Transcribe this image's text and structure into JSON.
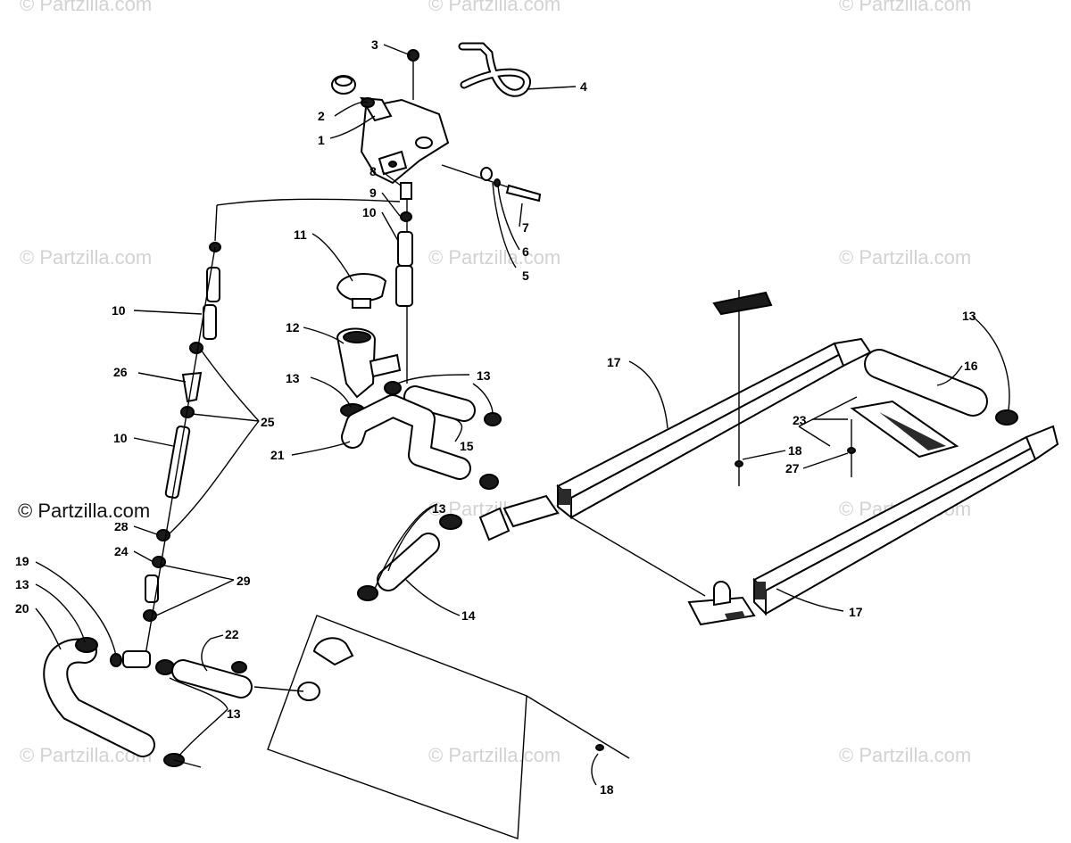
{
  "watermarks": {
    "text": "© Partzilla.com",
    "main_text": "© Partzilla.com"
  },
  "callouts": {
    "c1": "1",
    "c2": "2",
    "c3": "3",
    "c4": "4",
    "c5": "5",
    "c6": "6",
    "c7": "7",
    "c8": "8",
    "c9": "9",
    "c10a": "10",
    "c10b": "10",
    "c10c": "10",
    "c11": "11",
    "c12": "12",
    "c13a": "13",
    "c13b": "13",
    "c13c": "13",
    "c13d": "13",
    "c13e": "13",
    "c13f": "13",
    "c14": "14",
    "c15": "15",
    "c16": "16",
    "c17a": "17",
    "c17b": "17",
    "c18a": "18",
    "c18b": "18",
    "c19": "19",
    "c20": "20",
    "c21": "21",
    "c22": "22",
    "c23": "23",
    "c24": "24",
    "c25": "25",
    "c26": "26",
    "c27": "27",
    "c28": "28",
    "c29": "29"
  }
}
